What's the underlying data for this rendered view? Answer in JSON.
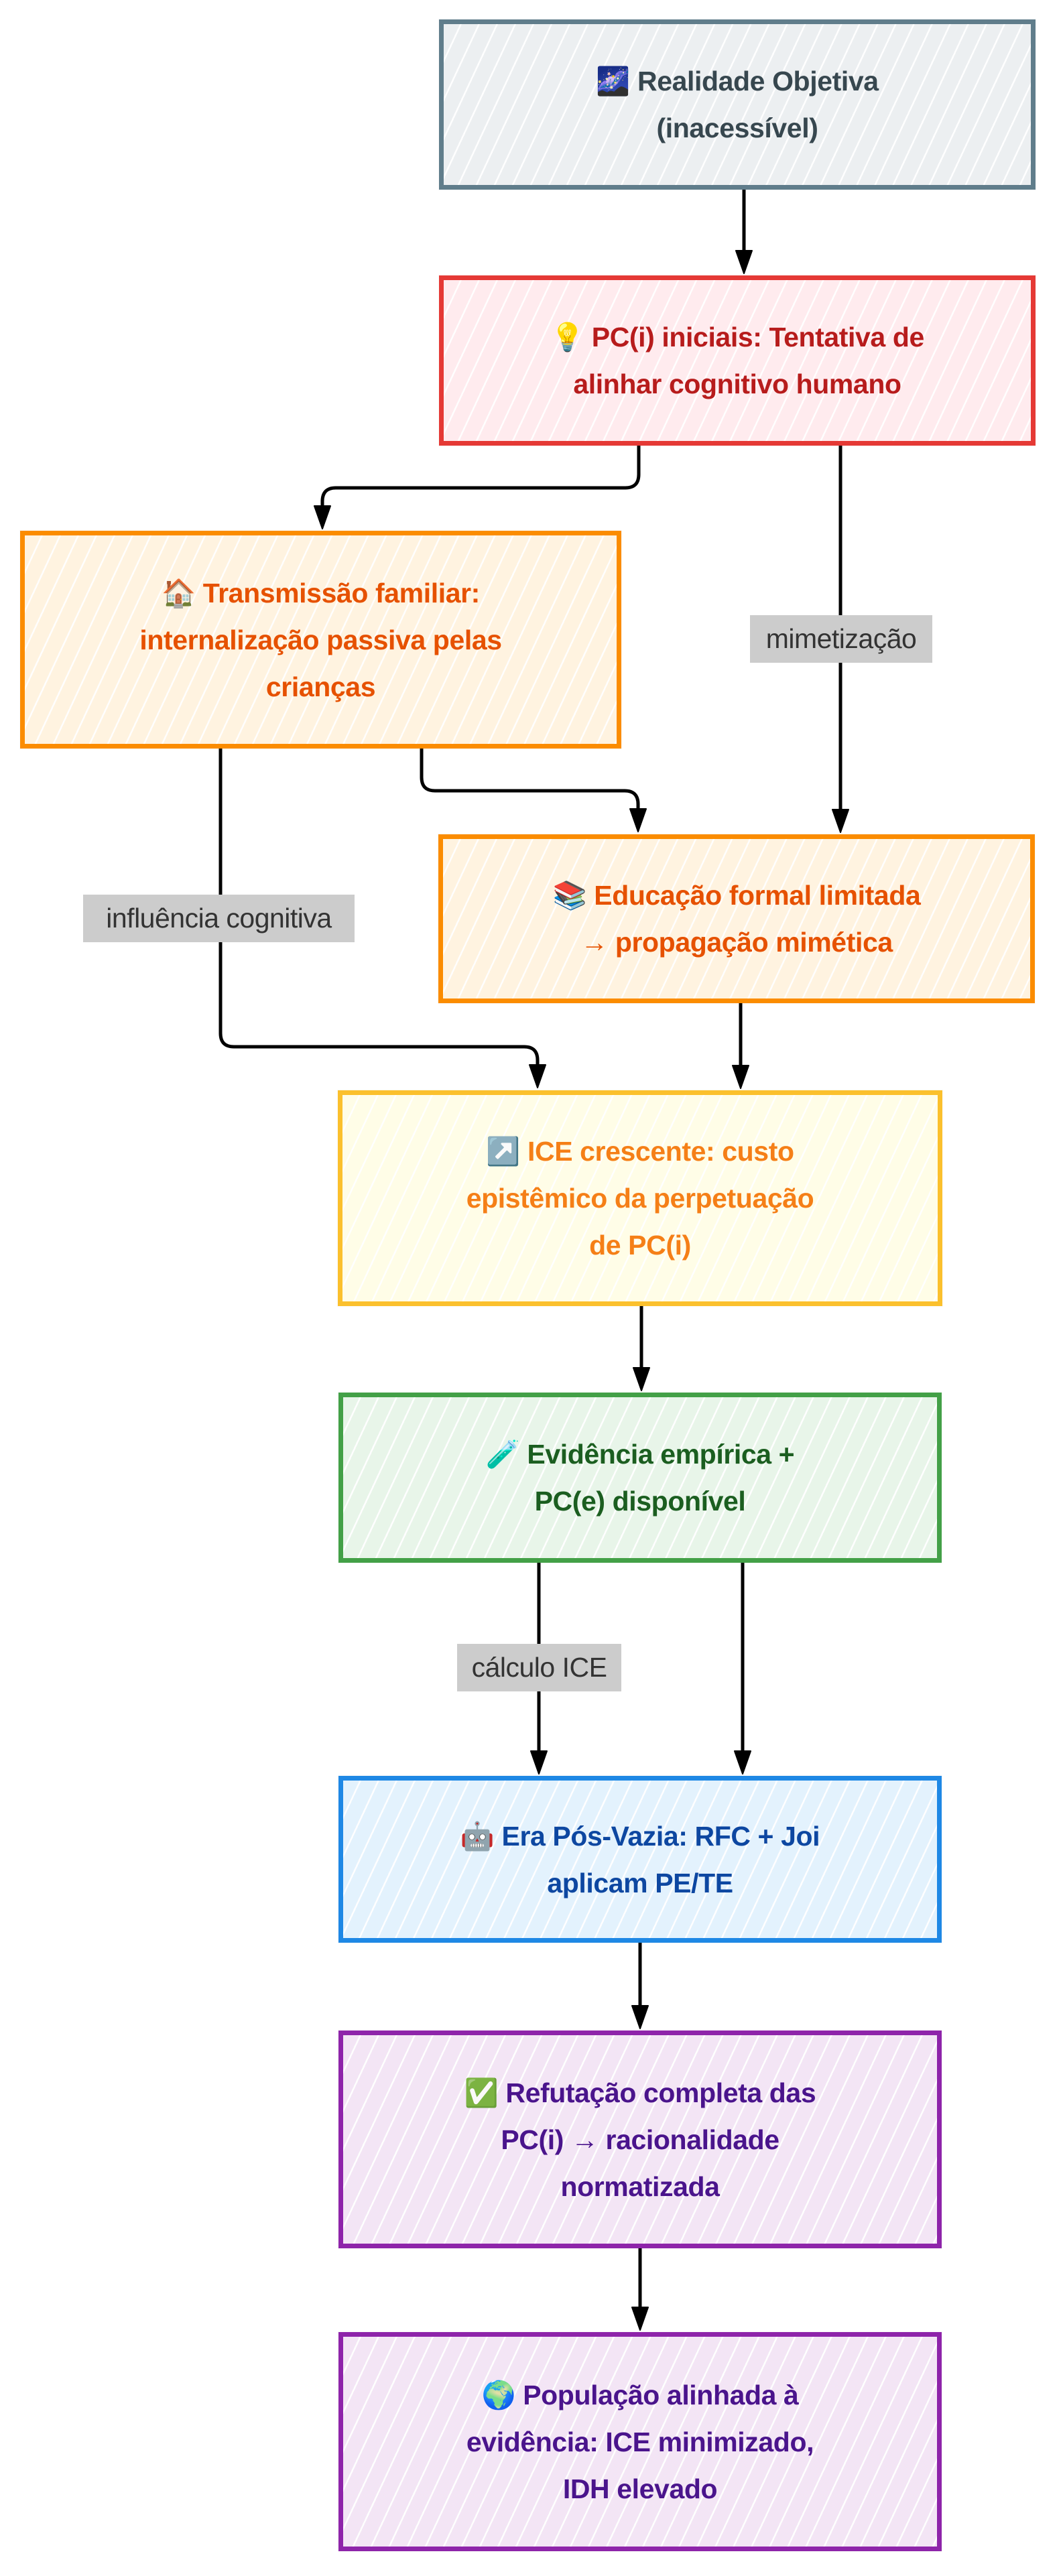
{
  "diagram": {
    "type": "flowchart",
    "direction": "top-to-bottom",
    "nodes": [
      {
        "id": "realidade",
        "icon": "🌌",
        "icon_name": "milky-way-icon",
        "text": "Realidade Objetiva (inacessível)",
        "lines": [
          "🌌 Realidade Objetiva",
          "(inacessível)"
        ],
        "border_color": "#607d8b",
        "fill_color": "#eceff1",
        "text_color": "#37474f"
      },
      {
        "id": "pci_iniciais",
        "icon": "💡",
        "icon_name": "light-bulb-icon",
        "text": "PC(i) iniciais: Tentativa de alinhar cognitivo humano",
        "lines": [
          "💡 PC(i) iniciais: Tentativa de",
          "alinhar cognitivo humano"
        ],
        "border_color": "#e53935",
        "fill_color": "#ffebee",
        "text_color": "#b71c1c"
      },
      {
        "id": "transmissao",
        "icon": "🏠",
        "icon_name": "house-icon",
        "text": "Transmissão familiar: internalização passiva pelas crianças",
        "lines": [
          "🏠 Transmissão familiar:",
          "internalização passiva pelas",
          "crianças"
        ],
        "border_color": "#fb8c00",
        "fill_color": "#fff3e0",
        "text_color": "#e65100"
      },
      {
        "id": "educacao",
        "icon": "📚",
        "icon_name": "books-icon",
        "text": "Educação formal limitada → propagação mimética",
        "lines": [
          "📚 Educação formal limitada",
          "→ propagação mimética"
        ],
        "border_color": "#fb8c00",
        "fill_color": "#fff3e0",
        "text_color": "#e65100"
      },
      {
        "id": "ice_crescente",
        "icon": "↗️",
        "icon_name": "up-right-arrow-icon",
        "text": "ICE crescente: custo epistêmico da perpetuação de PC(i)",
        "lines": [
          "↗️ ICE crescente: custo",
          "epistêmico da perpetuação",
          "de PC(i)"
        ],
        "border_color": "#fbc02d",
        "fill_color": "#fffde7",
        "text_color": "#f57f17"
      },
      {
        "id": "evidencia",
        "icon": "🧪",
        "icon_name": "test-tube-icon",
        "text": "Evidência empírica + PC(e) disponível",
        "lines": [
          "🧪 Evidência empírica +",
          "PC(e) disponível"
        ],
        "border_color": "#43a047",
        "fill_color": "#e8f5e9",
        "text_color": "#1b5e20"
      },
      {
        "id": "era_pos_vazia",
        "icon": "🤖",
        "icon_name": "robot-icon",
        "text": "Era Pós-Vazia: RFC + Joi aplicam PE/TE",
        "lines": [
          "🤖 Era Pós-Vazia: RFC + Joi",
          "aplicam PE/TE"
        ],
        "border_color": "#1e88e5",
        "fill_color": "#e3f2fd",
        "text_color": "#0d47a1"
      },
      {
        "id": "refutacao",
        "icon": "✅",
        "icon_name": "check-mark-icon",
        "text": "Refutação completa das PC(i) → racionalidade normatizada",
        "lines": [
          "✅ Refutação completa das",
          "PC(i) → racionalidade",
          "normatizada"
        ],
        "border_color": "#8e24aa",
        "fill_color": "#f3e5f5",
        "text_color": "#4a148c"
      },
      {
        "id": "populacao",
        "icon": "🌍",
        "icon_name": "globe-icon",
        "text": "População alinhada à evidência: ICE minimizado, IDH elevado",
        "lines": [
          "🌍 População alinhada à",
          "evidência: ICE minimizado,",
          "IDH elevado"
        ],
        "border_color": "#8e24aa",
        "fill_color": "#f3e5f5",
        "text_color": "#4a148c"
      }
    ],
    "edges": [
      {
        "from": "realidade",
        "to": "pci_iniciais",
        "label": ""
      },
      {
        "from": "pci_iniciais",
        "to": "transmissao",
        "label": ""
      },
      {
        "from": "pci_iniciais",
        "to": "educacao",
        "label": "mimetização"
      },
      {
        "from": "transmissao",
        "to": "educacao",
        "label": ""
      },
      {
        "from": "transmissao",
        "to": "ice_crescente",
        "label": "influência cognitiva"
      },
      {
        "from": "educacao",
        "to": "ice_crescente",
        "label": ""
      },
      {
        "from": "ice_crescente",
        "to": "evidencia",
        "label": ""
      },
      {
        "from": "evidencia",
        "to": "era_pos_vazia",
        "label": "cálculo ICE"
      },
      {
        "from": "evidencia",
        "to": "era_pos_vazia",
        "label": ""
      },
      {
        "from": "era_pos_vazia",
        "to": "refutacao",
        "label": ""
      },
      {
        "from": "refutacao",
        "to": "populacao",
        "label": ""
      }
    ],
    "edge_label_style": {
      "background": "#cccccc",
      "text_color": "#333333"
    },
    "edge_color": "#000000"
  }
}
